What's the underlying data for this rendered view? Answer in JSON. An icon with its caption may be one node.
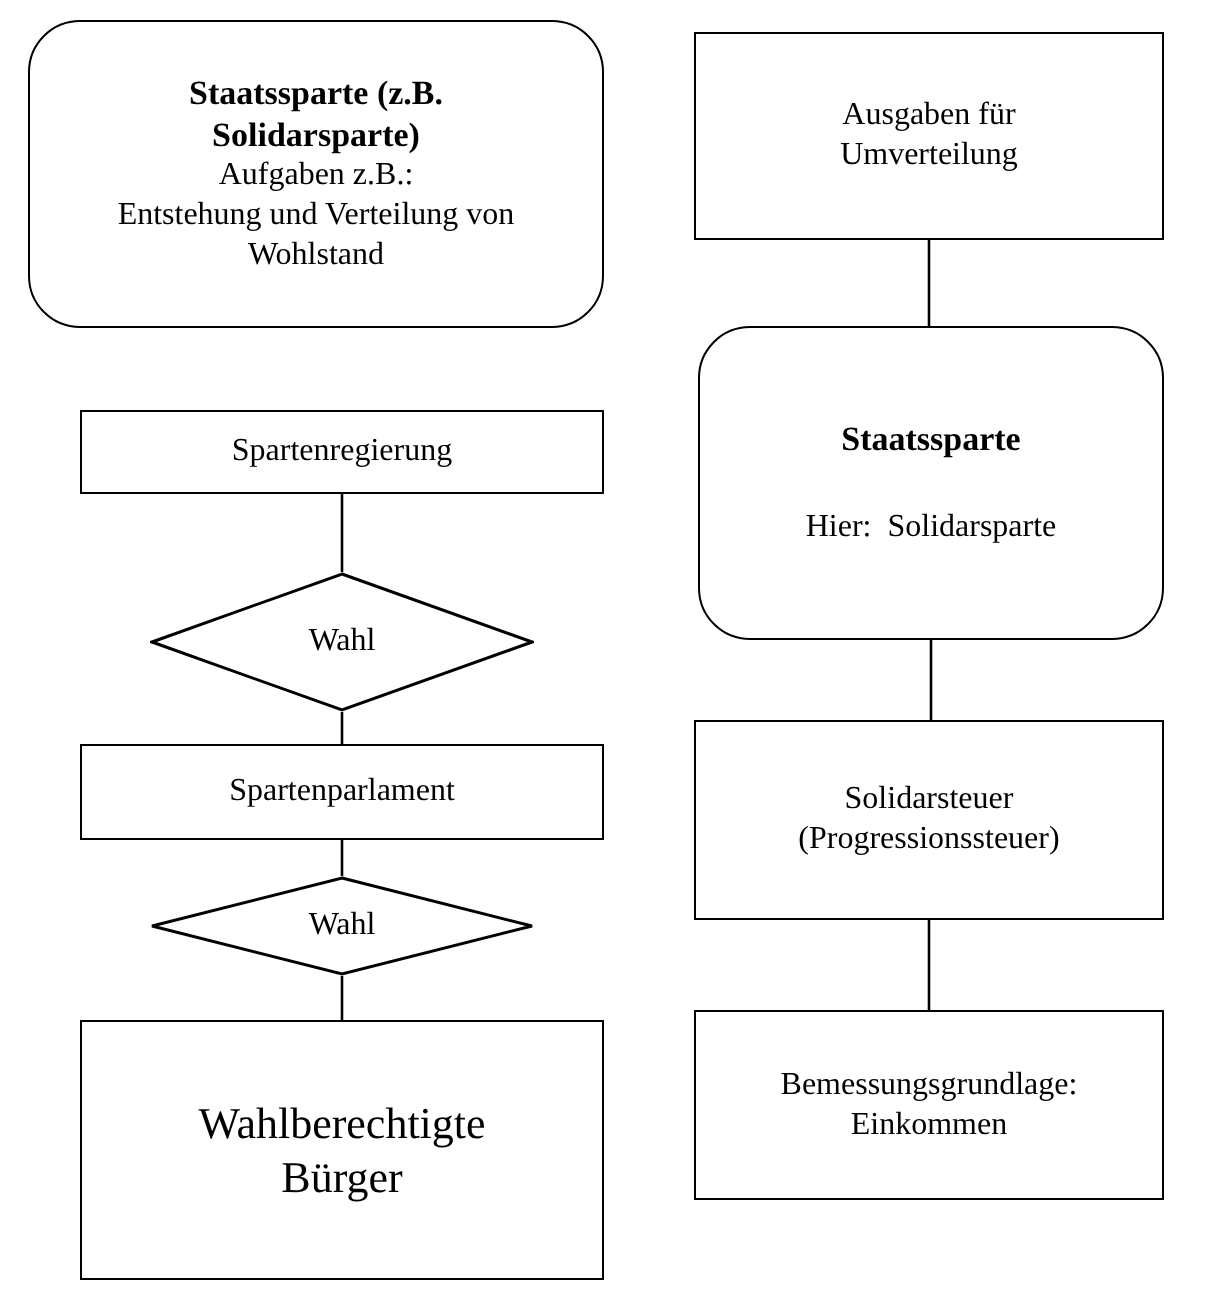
{
  "diagram": {
    "nodes": [
      {
        "text": [
          "Staatssparte (z.B. Solidarsparte)",
          "Aufgaben z.B.:",
          "Entstehung und Verteilung von Wohlstand"
        ]
      },
      {
        "text": [
          "Spartenregierung"
        ]
      },
      {
        "text": [
          "Wahl"
        ]
      },
      {
        "text": [
          "Spartenparlament"
        ]
      },
      {
        "text": [
          "Wahl"
        ]
      },
      {
        "text": [
          "Wahlberechtigte Bürger"
        ]
      },
      {
        "text": [
          "Ausgaben für Umverteilung"
        ]
      },
      {
        "text": [
          "Staatssparte",
          "Hier:  Solidarsparte"
        ]
      },
      {
        "text": [
          "Solidarsteuer (Progressionssteuer)"
        ]
      },
      {
        "text": [
          "Bemessungsgrundlage: Einkommen"
        ]
      }
    ],
    "edges": [
      {
        "from": 1,
        "to": 2,
        "arrow": "none"
      },
      {
        "from": 2,
        "to": 3,
        "arrow": "none"
      },
      {
        "from": 3,
        "to": 4,
        "arrow": "none"
      },
      {
        "from": 4,
        "to": 5,
        "arrow": "none"
      },
      {
        "from": 6,
        "to": 7,
        "arrow": "none"
      },
      {
        "from": 7,
        "to": 8,
        "arrow": "none"
      },
      {
        "from": 8,
        "to": 9,
        "arrow": "none"
      }
    ]
  }
}
